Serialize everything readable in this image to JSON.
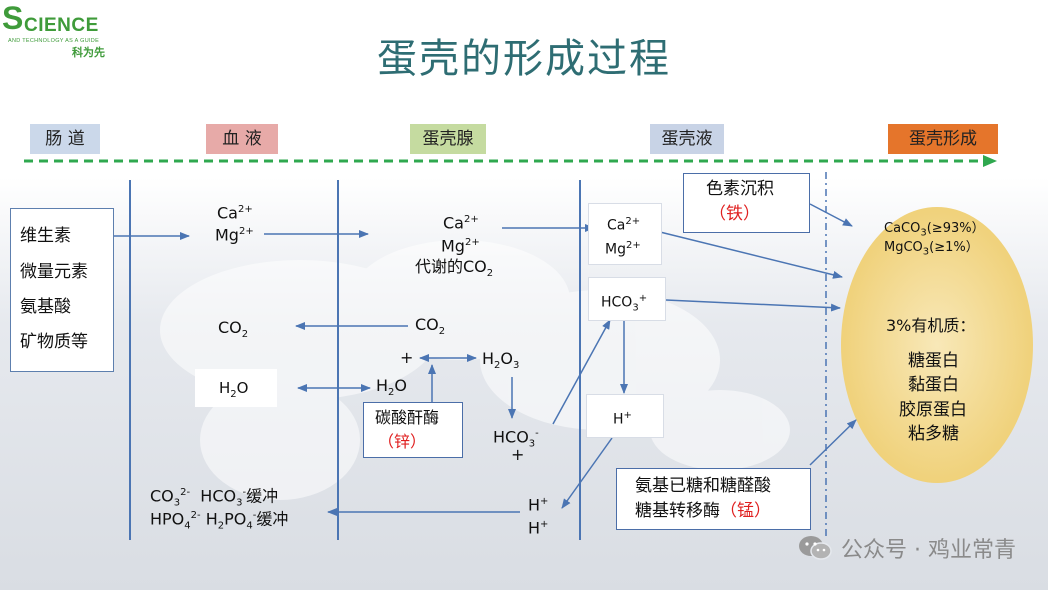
{
  "logo": {
    "s": "S",
    "rest": "CIENCE",
    "tagline": "AND TECHNOLOGY AS A GUIDE",
    "cn": "科为先"
  },
  "title": "蛋壳的形成过程",
  "stages": [
    {
      "label": "肠 道",
      "color": "#cbd8ea"
    },
    {
      "label": "血 液",
      "color": "#e7aaa8"
    },
    {
      "label": "蛋壳腺",
      "color": "#c5dba0"
    },
    {
      "label": "蛋壳液",
      "color": "#c8d3e6"
    },
    {
      "label": "蛋壳形成",
      "color": "#e5752b"
    }
  ],
  "intestine": {
    "items": [
      "维生素",
      "微量元素",
      "氨基酸",
      "矿物质等"
    ]
  },
  "blood": {
    "ca": "Ca",
    "ca_sup": "2+",
    "mg": "Mg",
    "mg_sup": "2+",
    "co2": "CO",
    "co2_sub": "2",
    "h2o_h": "H",
    "h2o_sub": "2",
    "h2o_o": "O",
    "buffer1_a": "CO",
    "buffer1_a_sub": "3",
    "buffer1_a_sup": "2-",
    "buffer1_b": "HCO",
    "buffer1_b_sub": "3",
    "buffer1_b_sup": "-",
    "buffer1_c": "缓冲",
    "buffer2_a": "HPO",
    "buffer2_a_sub": "4",
    "buffer2_a_sup": "2-",
    "buffer2_b": "H",
    "buffer2_b_sub": "2",
    "buffer2_b_c": "PO",
    "buffer2_b_sub2": "4",
    "buffer2_b_sup": "-",
    "buffer2_c": "缓冲"
  },
  "gland": {
    "ca": "Ca",
    "ca_sup": "2+",
    "mg": "Mg",
    "mg_sup": "2+",
    "metabolic_co2": "代谢的CO",
    "metabolic_co2_sub": "2",
    "co2": "CO",
    "co2_sub": "2",
    "plus": "+",
    "h2o3_h": "H",
    "h2o3_sub": "2",
    "h2o3_o": "O",
    "h2o3_sub2": "3",
    "h2o_h": "H",
    "h2o_sub": "2",
    "h2o_o": "O",
    "enzyme": "碳酸酐酶",
    "enzyme_cofactor": "（锌）",
    "hco3": "HCO",
    "hco3_sub": "3",
    "hco3_sup": "-",
    "plus2": "+",
    "h1": "H",
    "h1_sup": "+",
    "h2": "H",
    "h2_sup": "+"
  },
  "fluid": {
    "ca": "Ca",
    "ca_sup": "2+",
    "mg": "Mg",
    "mg_sup": "2+",
    "hco3": "HCO",
    "hco3_sub": "3",
    "hco3_sup": "+",
    "h": "H",
    "h_sup": "+",
    "pigment": "色素沉积",
    "pigment_cofactor": "（铁）",
    "enzyme_line1": "氨基已糖和糖醛酸",
    "enzyme_line2": "糖基转移酶",
    "enzyme_cofactor": "（锰）"
  },
  "shell": {
    "caco3": "CaCO",
    "caco3_sub": "3",
    "caco3_pct": "(≥93%）",
    "mgco3": "MgCO",
    "mgco3_sub": "3",
    "mgco3_pct": "(≥1%）",
    "organic": "3%有机质：",
    "items": [
      "糖蛋白",
      "黏蛋白",
      "胶原蛋白",
      "粘多糖"
    ]
  },
  "watermark": {
    "text": "公众号 · 鸡业常青"
  },
  "colors": {
    "arrow": "#4b75b3",
    "title": "#2e6d73",
    "timeline": "#2fa84f",
    "ellipse": "#f3d98f"
  }
}
